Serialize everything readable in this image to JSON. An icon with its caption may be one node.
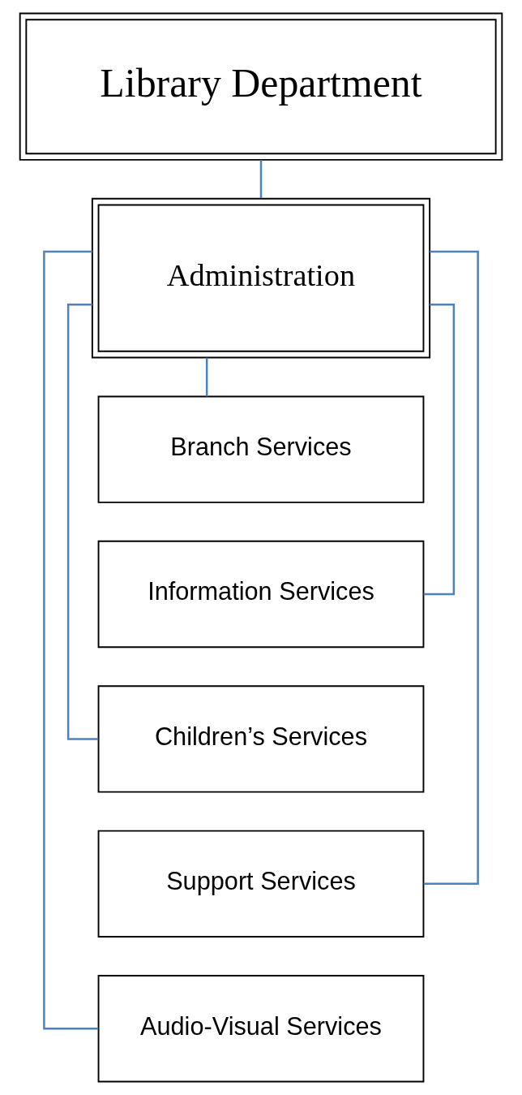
{
  "diagram": {
    "nodes": [
      {
        "text": [
          "Library Department"
        ]
      },
      {
        "text": [
          "Administration"
        ]
      },
      {
        "text": [
          "Branch Services"
        ]
      },
      {
        "text": [
          "Information Services"
        ]
      },
      {
        "text": [
          "Children’s Services"
        ]
      },
      {
        "text": [
          "Support Services"
        ]
      },
      {
        "text": [
          "Audio-Visual Services"
        ]
      }
    ],
    "edges": [
      {
        "from": 0,
        "to": 1,
        "arrow": "none"
      },
      {
        "from": 1,
        "to": 2,
        "arrow": "none"
      },
      {
        "from": 1,
        "to": 3,
        "arrow": "none"
      },
      {
        "from": 1,
        "to": 4,
        "arrow": "none"
      },
      {
        "from": 1,
        "to": 5,
        "arrow": "none"
      },
      {
        "from": 1,
        "to": 6,
        "arrow": "none"
      }
    ]
  }
}
